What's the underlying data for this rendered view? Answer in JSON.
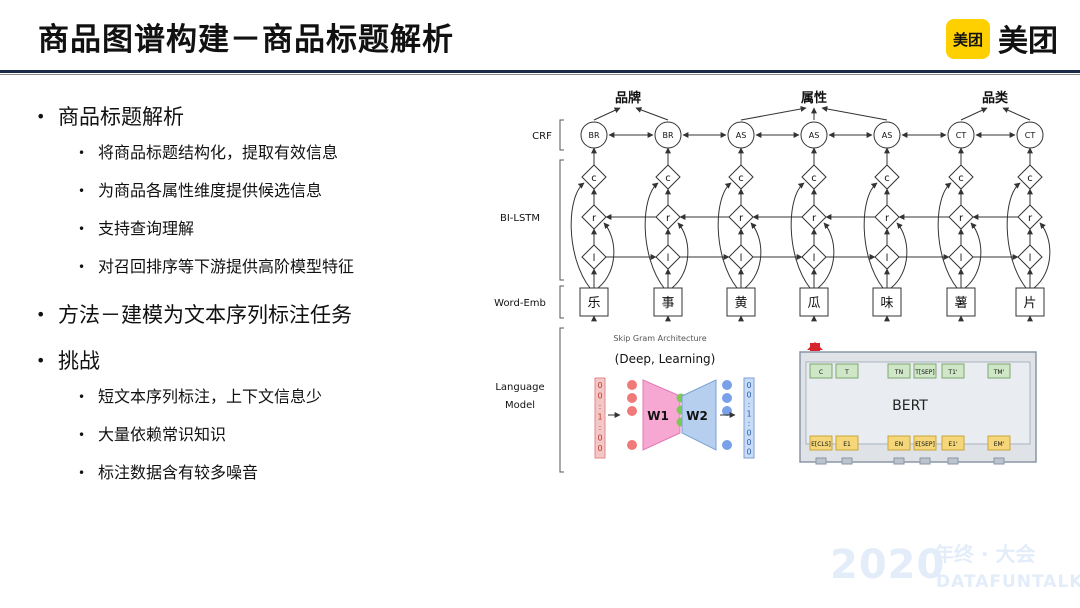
{
  "header": {
    "title": "商品图谱构建－商品标题解析",
    "logo_badge": "美团",
    "logo_text": "美团"
  },
  "bullets": {
    "b1": "商品标题解析",
    "b1_subs": [
      "将商品标题结构化，提取有效信息",
      "为商品各属性维度提供候选信息",
      "支持查询理解",
      "对召回排序等下游提供高阶模型特征"
    ],
    "b2": "方法－建模为文本序列标注任务",
    "b3": "挑战",
    "b3_subs": [
      "短文本序列标注，上下文信息少",
      "大量依赖常识知识",
      "标注数据含有较多噪音"
    ]
  },
  "diagram": {
    "row_labels": [
      "CRF",
      "BI-LSTM",
      "Word-Emb",
      "Language",
      "Model"
    ],
    "top_labels": [
      "品牌",
      "属性",
      "品类"
    ],
    "crf_tags": [
      "BR",
      "BR",
      "AS",
      "AS",
      "AS",
      "CT",
      "CT"
    ],
    "c_label": "c",
    "r_label": "r",
    "l_label": "l",
    "words": [
      "乐",
      "事",
      "黄",
      "瓜",
      "味",
      "薯",
      "片"
    ],
    "skipgram": {
      "title": "Skip Gram Architecture",
      "pair": "(Deep, Learning)",
      "w1": "W1",
      "w2": "W2",
      "in_vec": [
        "0",
        "0",
        ":",
        "1",
        ":",
        "0",
        "0"
      ],
      "out_vec": [
        "0",
        "0",
        ":",
        "1",
        ":",
        "0",
        "0",
        "0"
      ]
    },
    "bert": {
      "label": "BERT",
      "top_tokens": [
        "C",
        "T",
        "TN",
        "T[SEP]",
        "T1'",
        "TM'"
      ],
      "bottom_tokens": [
        "E[CLS]",
        "E1",
        "EN",
        "E[SEP]",
        "E1'",
        "EM'"
      ]
    }
  },
  "watermark": {
    "year": "2020",
    "event": "年终 · 大会",
    "brand": "DATAFUNTALK"
  }
}
